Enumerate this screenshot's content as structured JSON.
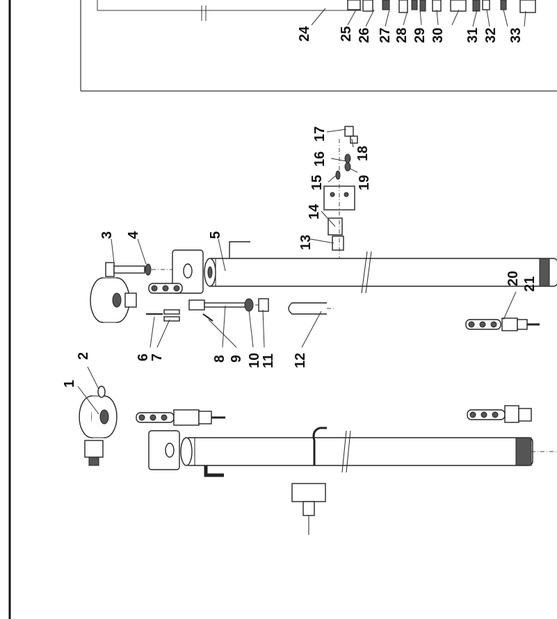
{
  "labels": {
    "l1": "1",
    "l2": "2",
    "l3": "3",
    "l4": "4",
    "l5": "5",
    "l6": "6",
    "l7": "7",
    "l8": "8",
    "l9": "9",
    "l10": "10",
    "l11": "11",
    "l12": "12",
    "l13": "13",
    "l14": "14",
    "l15": "15",
    "l16": "16",
    "l17": "17",
    "l18": "18",
    "l19": "19",
    "l20": "20",
    "l21": "21",
    "l24": "24",
    "l25": "25",
    "l26": "26",
    "l27": "27",
    "l28": "28",
    "l29": "29",
    "l30": "30",
    "l31": "31",
    "l32": "32",
    "l33": "33"
  },
  "colors": {
    "line": "#222222",
    "background": "#ffffff"
  }
}
